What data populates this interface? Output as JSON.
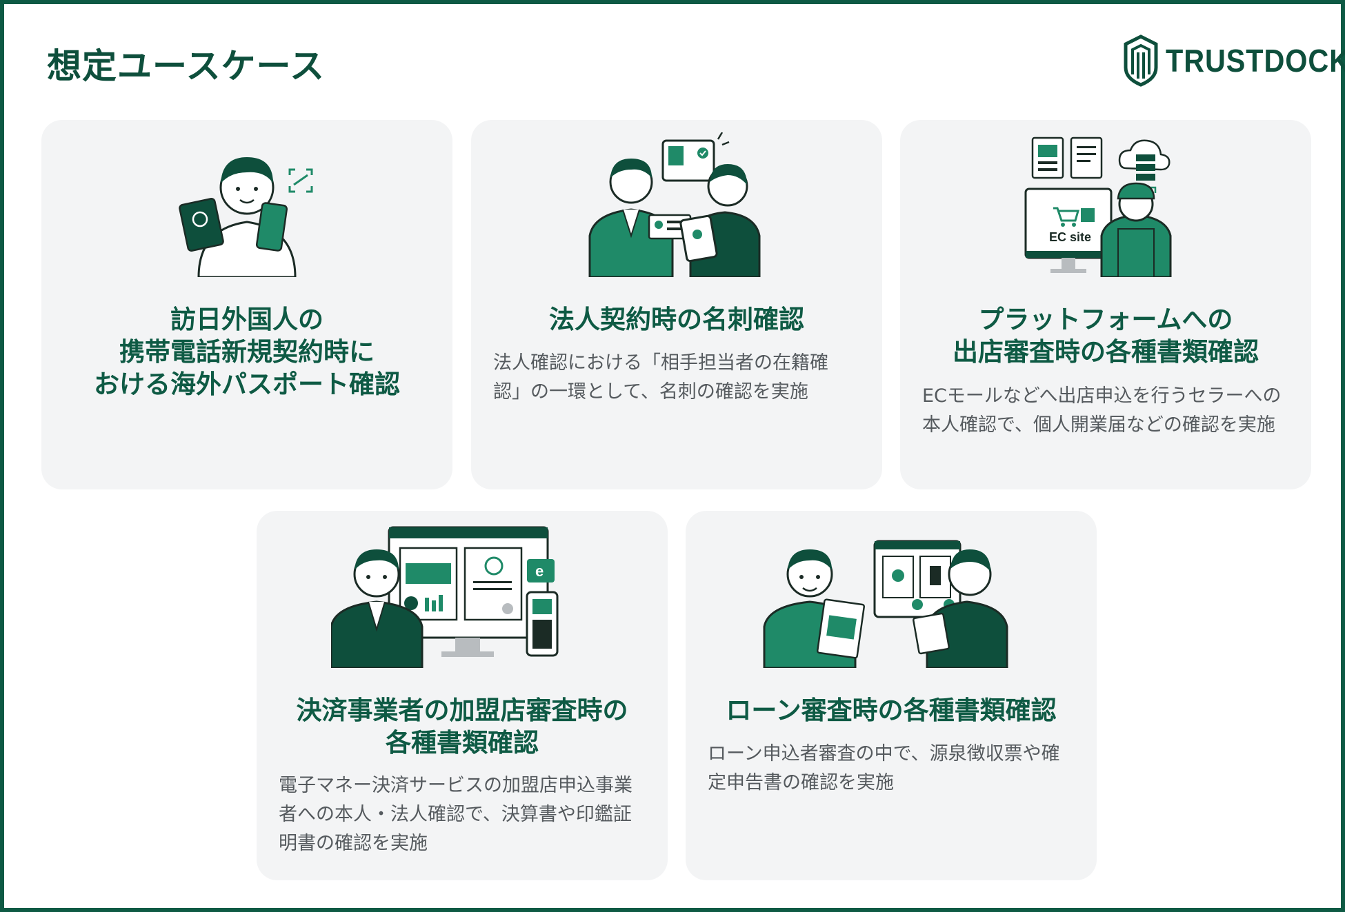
{
  "page": {
    "title": "想定ユースケース",
    "brand": "TRUSTDOCK"
  },
  "colors": {
    "brand_dark": "#0e4f3c",
    "brand_green": "#1f8a68",
    "card_bg": "#f3f4f5",
    "text_gray": "#555a5e"
  },
  "cards": [
    {
      "title_lines": [
        "訪日外国人の",
        "携帯電話新規契約時に",
        "おける海外パスポート確認"
      ],
      "desc_lines": [],
      "icon": "passport-check-illustration"
    },
    {
      "title_lines": [
        "法人契約時の名刺確認"
      ],
      "desc_lines": [
        "法人確認における「相手担当者の在籍確",
        "認」の一環として、名刺の確認を実施"
      ],
      "icon": "business-card-illustration"
    },
    {
      "title_lines": [
        "プラットフォームへの",
        "出店審査時の各種書類確認"
      ],
      "desc_lines": [
        "ECモールなどへ出店申込を行うセラーへの",
        "本人確認で、個人開業届などの確認を実施"
      ],
      "icon": "ec-site-seller-illustration",
      "illus_label": "EC site"
    },
    {
      "title_lines": [
        "決済事業者の加盟店審査時の",
        "各種書類確認"
      ],
      "desc_lines": [
        "電子マネー決済サービスの加盟店申込事業",
        "者への本人・法人確認で、決算書や印鑑証",
        "明書の確認を実施"
      ],
      "icon": "payment-merchant-illustration",
      "illus_label": "e"
    },
    {
      "title_lines": [
        "ローン審査時の各種書類確認"
      ],
      "desc_lines": [
        "ローン申込者審査の中で、源泉徴収票や確",
        "定申告書の確認を実施"
      ],
      "icon": "loan-review-illustration"
    }
  ]
}
